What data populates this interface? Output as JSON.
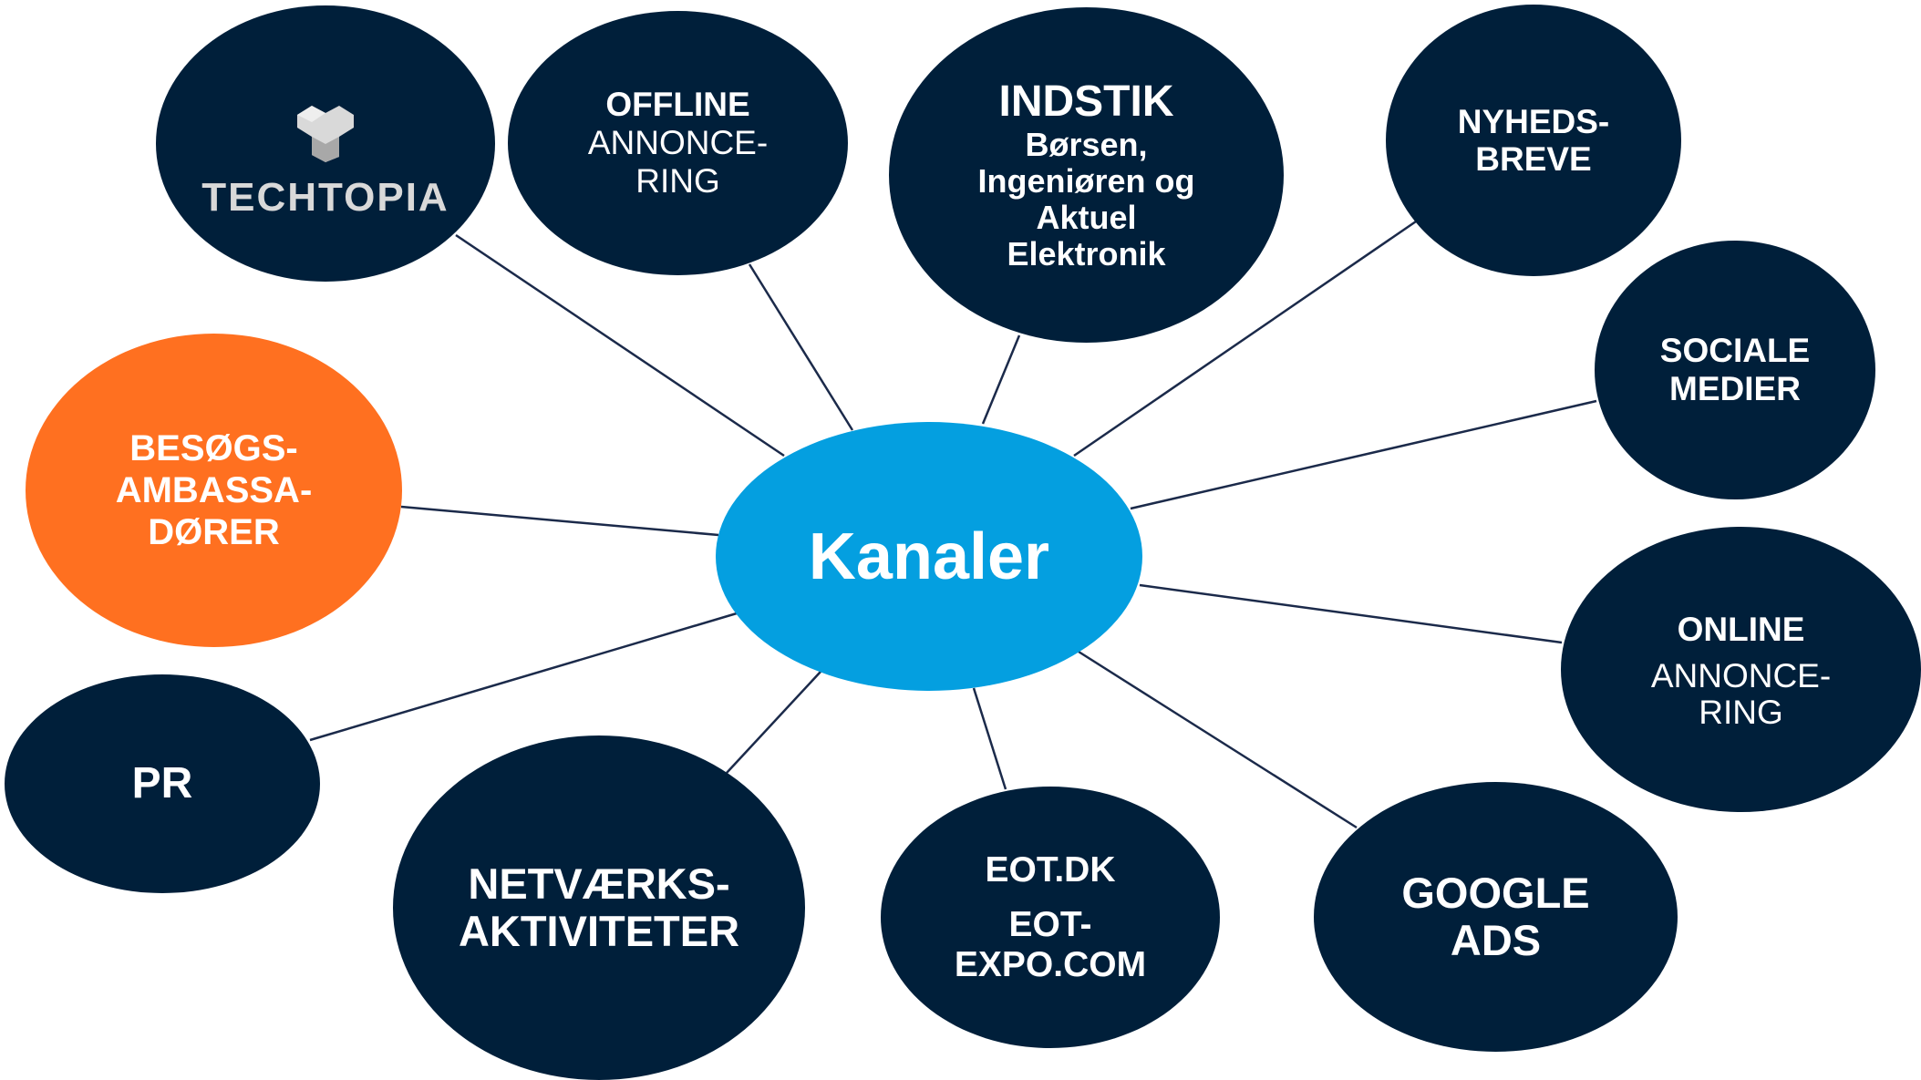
{
  "center": {
    "label": "Kanaler"
  },
  "colors": {
    "node": "#001f3a",
    "hub": "#049fe0",
    "highlight": "#ff7020",
    "line": "#1b2a4a"
  },
  "nodes": {
    "techtopia": {
      "logo_text": "TECHTOPIA",
      "icon": "techtopia-logo-icon"
    },
    "offline": {
      "l1": "OFFLINE",
      "l2": "ANNONCE-",
      "l3": "RING"
    },
    "indstik": {
      "l1": "INDSTIK",
      "l2": "Børsen,",
      "l3": "Ingeniøren og",
      "l4": "Aktuel",
      "l5": "Elektronik"
    },
    "nyhedsbreve": {
      "l1": "NYHEDS-",
      "l2": "BREVE"
    },
    "sociale": {
      "l1": "SOCIALE",
      "l2": "MEDIER"
    },
    "online": {
      "l1": "ONLINE",
      "l2": "ANNONCE-",
      "l3": "RING"
    },
    "google": {
      "l1": "GOOGLE",
      "l2": "ADS"
    },
    "eot": {
      "l1": "EOT.DK",
      "l2": "EOT-",
      "l3": "EXPO.COM"
    },
    "netvaerk": {
      "l1": "NETVÆRKS-",
      "l2": "AKTIVITETER"
    },
    "pr": {
      "l1": "PR"
    },
    "besogs": {
      "l1": "BESØGS-",
      "l2": "AMBASSA-",
      "l3": "DØRER"
    }
  }
}
